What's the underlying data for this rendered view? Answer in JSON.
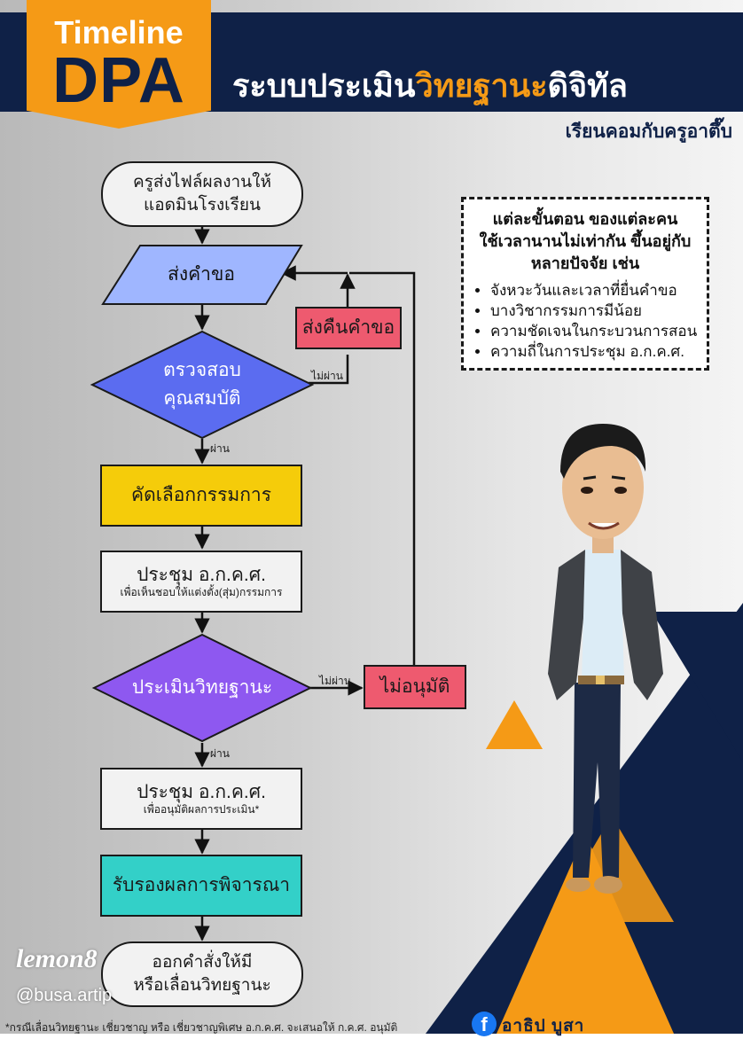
{
  "header": {
    "badge_line1": "Timeline",
    "badge_line2": "DPA",
    "title_part1": "ระบบประเมิน",
    "title_highlight": "วิทยฐานะ",
    "title_part2": "ดิจิทัล",
    "channel": "เรียนคอมกับครูอาตึ๊บ"
  },
  "flow": {
    "start": [
      "ครูส่งไฟล์ผลงานให้",
      "แอดมินโรงเรียน"
    ],
    "submit": "ส่งคำขอ",
    "return": "ส่งคืนคำขอ",
    "check": [
      "ตรวจสอบ",
      "คุณสมบัติ"
    ],
    "select": "คัดเลือกกรรมการ",
    "meeting1": "ประชุม อ.ก.ค.ศ.",
    "meeting1_sub": "เพื่อเห็นชอบให้แต่งตั้ง(สุ่ม)กรรมการ",
    "evaluate": "ประเมินวิทยฐานะ",
    "not_approved": "ไม่อนุมัติ",
    "meeting2": "ประชุม อ.ก.ค.ศ.",
    "meeting2_sub": "เพื่ออนุมัติผลการประเมิน*",
    "certify": "รับรองผลการพิจารณา",
    "end": [
      "ออกคำสั่งให้มี",
      "หรือเลื่อนวิทยฐานะ"
    ],
    "pass": "ผ่าน",
    "fail": "ไม่ผ่าน"
  },
  "note": {
    "heading": [
      "แต่ละขั้นตอน ของแต่ละคน",
      "ใช้เวลานานไม่เท่ากัน ขึ้นอยู่กับ",
      "หลายปัจจัย เช่น"
    ],
    "items": [
      "จังหวะวันและเวลาที่ยื่นคำขอ",
      "บางวิชากรรมการมีน้อย",
      "ความชัดเจนในกระบวนการสอน",
      "ความถี่ในการประชุม อ.ก.ค.ศ."
    ]
  },
  "footer": {
    "watermark": "lemon8",
    "handle": "@busa.artip",
    "author": "อาธิป  บูสา",
    "footnote": "*กรณีเลื่อนวิทยฐานะ เชี่ยวชาญ หรือ เชี่ยวชาญพิเศษ อ.ก.ค.ศ. จะเสนอให้ ก.ค.ศ. อนุมัติ"
  },
  "colors": {
    "navy": "#0f2147",
    "orange": "#f59a16",
    "submit": "#9fb6ff",
    "diamond_check": "#5b6cf0",
    "return": "#ee5a6f",
    "select": "#f5cc0a",
    "evaluate": "#8e58f0",
    "certify": "#33d0c8"
  }
}
